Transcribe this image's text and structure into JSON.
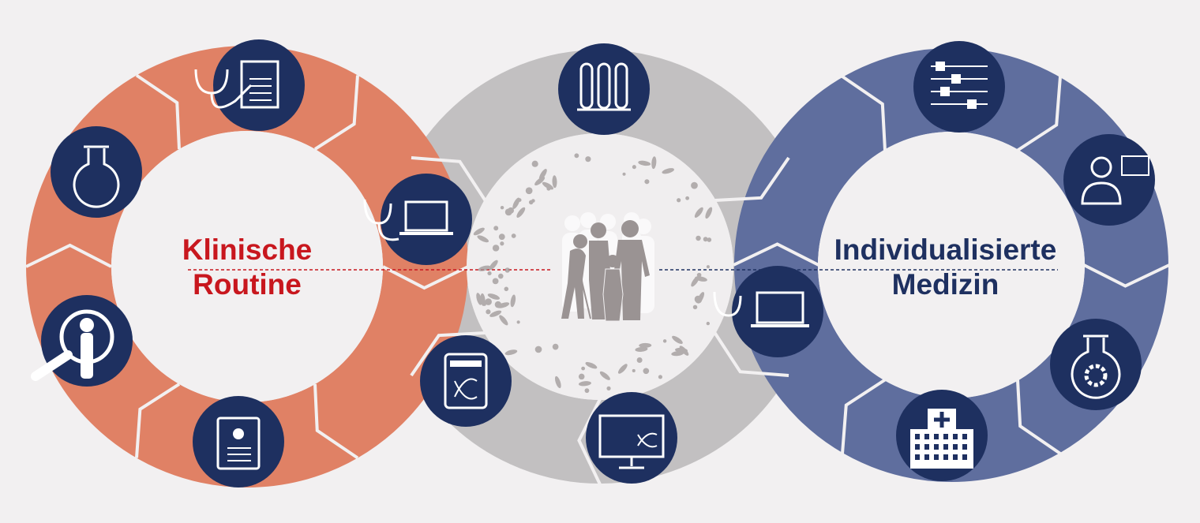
{
  "left_cycle": {
    "line1": "Klinische",
    "line2": "Routine",
    "color": "#E08165",
    "text_color": "#C8171E"
  },
  "middle_cycle": {
    "color": "#C2C0C1"
  },
  "right_cycle": {
    "line1": "Individualisierte",
    "line2": "Medizin",
    "color": "#5F6E9E",
    "text_color": "#1E3060"
  },
  "icon_color": "#1E3060",
  "icons": {
    "left": [
      "stethoscope-document-icon",
      "flask-icon",
      "magnifier-child-icon",
      "clipboard-icon",
      "stethoscope-laptop-icon"
    ],
    "middle": [
      "test-tubes-icon",
      "dna-tablet-icon",
      "monitor-dna-icon",
      "laptop-workflow-icon"
    ],
    "right": [
      "sliders-icon",
      "doctors-screen-icon",
      "gear-flask-icon",
      "hospital-icon"
    ]
  }
}
